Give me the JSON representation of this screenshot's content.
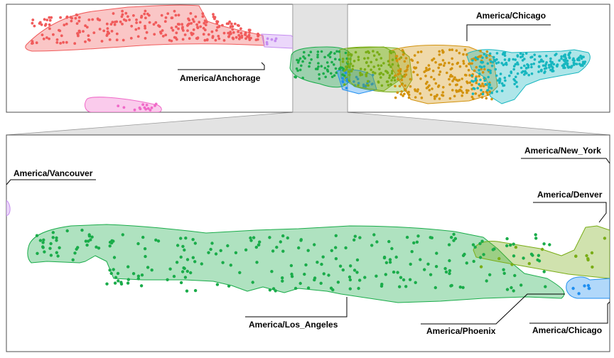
{
  "chart_data": {
    "type": "scatter",
    "description_kind": "timezone clusters with hulls, overview and zoom panel",
    "series": [
      {
        "name": "America/Anchorage",
        "color": "#f05b5b"
      },
      {
        "name": "America/Vancouver",
        "color": "#c58cf0"
      },
      {
        "name": "America/Los_Angeles",
        "color": "#1aac4a"
      },
      {
        "name": "America/Phoenix",
        "color": "#1f8ef0"
      },
      {
        "name": "America/Denver",
        "color": "#79ad16"
      },
      {
        "name": "America/Chicago",
        "color": "#d2920c"
      },
      {
        "name": "America/New_York",
        "color": "#17b6bf"
      },
      {
        "name": "",
        "color": "#f069c8"
      }
    ],
    "labels": {
      "overview": [
        {
          "key": "anchorage",
          "text": "America/Anchorage"
        },
        {
          "key": "chicago",
          "text": "America/Chicago"
        }
      ],
      "zoom": [
        {
          "key": "vancouver",
          "text": "America/Vancouver"
        },
        {
          "key": "new_york",
          "text": "America/New_York"
        },
        {
          "key": "denver",
          "text": "America/Denver"
        },
        {
          "key": "los_angeles",
          "text": "America/Los_Angeles"
        },
        {
          "key": "phoenix",
          "text": "America/Phoenix"
        },
        {
          "key": "chicago",
          "text": "America/Chicago"
        }
      ]
    },
    "xlabel": "",
    "ylabel": "",
    "grid": false,
    "legend": "none"
  }
}
